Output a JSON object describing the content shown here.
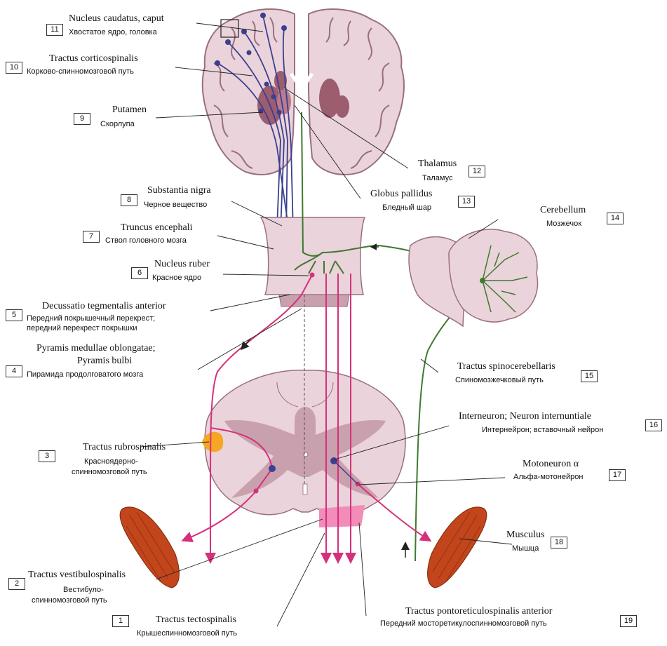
{
  "labels": [
    {
      "num": "1",
      "latin": "Tractus tectospinalis",
      "russian": "Крышеспинномозговой путь"
    },
    {
      "num": "2",
      "latin": "Tractus vestibulospinalis",
      "russian": "Вестибуло-",
      "russian2": "спинномозговой путь"
    },
    {
      "num": "3",
      "latin": "Tractus rubrospinalis",
      "russian": "Красноядерно-",
      "russian2": "спинномозговой путь"
    },
    {
      "num": "4",
      "latin": "Pyramis medullae oblongatae;",
      "latin2": "Pyramis bulbi",
      "russian": "Пирамида продолговатого мозга"
    },
    {
      "num": "5",
      "latin": "Decussatio tegmentalis anterior",
      "russian": "Передний покрышечный перекрест;",
      "russian2": "передний перекрест покрышки"
    },
    {
      "num": "6",
      "latin": "Nucleus ruber",
      "russian": "Красное ядро"
    },
    {
      "num": "7",
      "latin": "Truncus encephali",
      "russian": "Ствол головного мозга"
    },
    {
      "num": "8",
      "latin": "Substantia nigra",
      "russian": "Черное вещество"
    },
    {
      "num": "9",
      "latin": "Putamen",
      "russian": "Скорлупа"
    },
    {
      "num": "10",
      "latin": "Tractus corticospinalis",
      "russian": "Корково-спинномозговой путь"
    },
    {
      "num": "11",
      "latin": "Nucleus caudatus, caput",
      "russian": "Хвостатое ядро, головка"
    },
    {
      "num": "12",
      "latin": "Thalamus",
      "russian": "Таламус"
    },
    {
      "num": "13",
      "latin": "Globus pallidus",
      "russian": "Бледный шар"
    },
    {
      "num": "14",
      "latin": "Cerebellum",
      "russian": "Мозжечок"
    },
    {
      "num": "15",
      "latin": "Tractus spinocerebellaris",
      "russian": "Спиномозжечковый путь"
    },
    {
      "num": "16",
      "latin": "Interneuron; Neuron internuntiale",
      "russian": "Интернейрон; вставочный нейрон"
    },
    {
      "num": "17",
      "latin": "Motoneuron α",
      "russian": "Альфа-мотонейрон"
    },
    {
      "num": "18",
      "latin": "Musculus",
      "russian": "Мышца"
    },
    {
      "num": "19",
      "latin": "Tractus pontoreticulospinalis anterior",
      "russian": "Передний мосторетикулоспинномозговой путь"
    }
  ],
  "colors": {
    "tissue": "#ead3da",
    "tissue_stroke": "#9a6f7d",
    "gray_matter": "#c9a0ad",
    "deep_nuclei": "#9c5d6f",
    "pathway_blue": "#3a3f8f",
    "pathway_green": "#3f7a2e",
    "pathway_magenta": "#d6307c",
    "rubrospinal": "#f5a623",
    "muscle": "#c2451c",
    "leader": "#222222"
  }
}
